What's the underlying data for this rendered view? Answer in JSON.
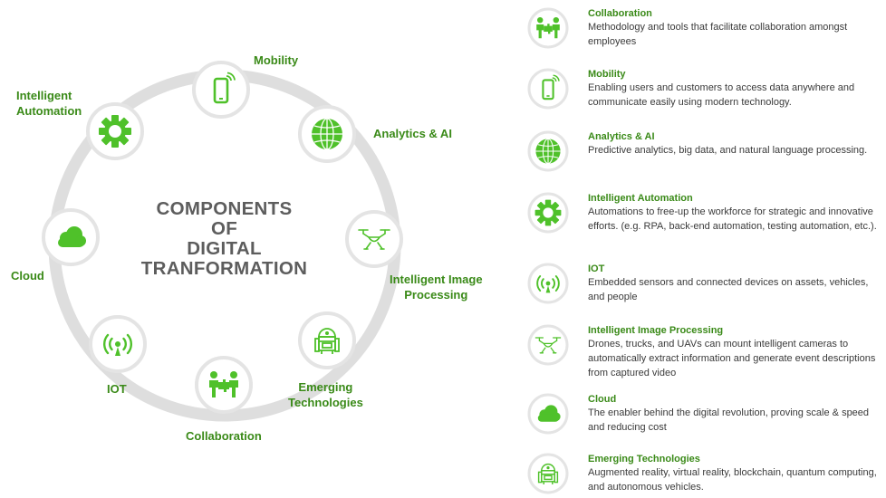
{
  "center_title": [
    "COMPONENTS",
    "OF",
    "DIGITAL",
    "TRANFORMATION"
  ],
  "ring_labels": {
    "mobility": "Mobility",
    "analytics": "Analytics & AI",
    "image_processing": [
      "Intelligent Image",
      "Processing"
    ],
    "emerging": [
      "Emerging",
      "Technologies"
    ],
    "collaboration": "Collaboration",
    "iot": "IOT",
    "cloud": "Cloud",
    "automation": [
      "Intelligent",
      "Automation"
    ]
  },
  "legend": [
    {
      "title": "Collaboration",
      "desc": "Methodology and tools that facilitate collaboration amongst employees",
      "icon": "collaboration-icon"
    },
    {
      "title": "Mobility",
      "desc": "Enabling users and customers to access data anywhere and communicate easily using modern technology.",
      "icon": "mobile-phone-icon"
    },
    {
      "title": "Analytics & AI",
      "desc": "Predictive analytics, big data, and natural language processing.",
      "icon": "globe-icon"
    },
    {
      "title": "Intelligent Automation",
      "desc": "Automations to free-up the workforce for strategic and innovative efforts. (e.g. RPA, back-end automation, testing automation, etc.).",
      "icon": "gear-icon"
    },
    {
      "title": "IOT",
      "desc": "Embedded sensors and connected devices on assets, vehicles, and people",
      "icon": "signal-icon"
    },
    {
      "title": "Intelligent Image Processing",
      "desc": "Drones, trucks, and UAVs can mount intelligent cameras to automatically extract information and generate event descriptions from captured video",
      "icon": "drone-icon"
    },
    {
      "title": "Cloud",
      "desc": "The enabler behind the digital revolution, proving scale & speed and reducing cost",
      "icon": "cloud-icon"
    },
    {
      "title": "Emerging Technologies",
      "desc": "Augmented reality, virtual reality, blockchain, quantum computing, and autonomous vehicles.",
      "icon": "robot-icon"
    }
  ],
  "colors": {
    "accent": "#4fc12a",
    "label_green": "#3a8a18",
    "ring_gray": "#dedede",
    "title_gray": "#5d5d5d"
  }
}
